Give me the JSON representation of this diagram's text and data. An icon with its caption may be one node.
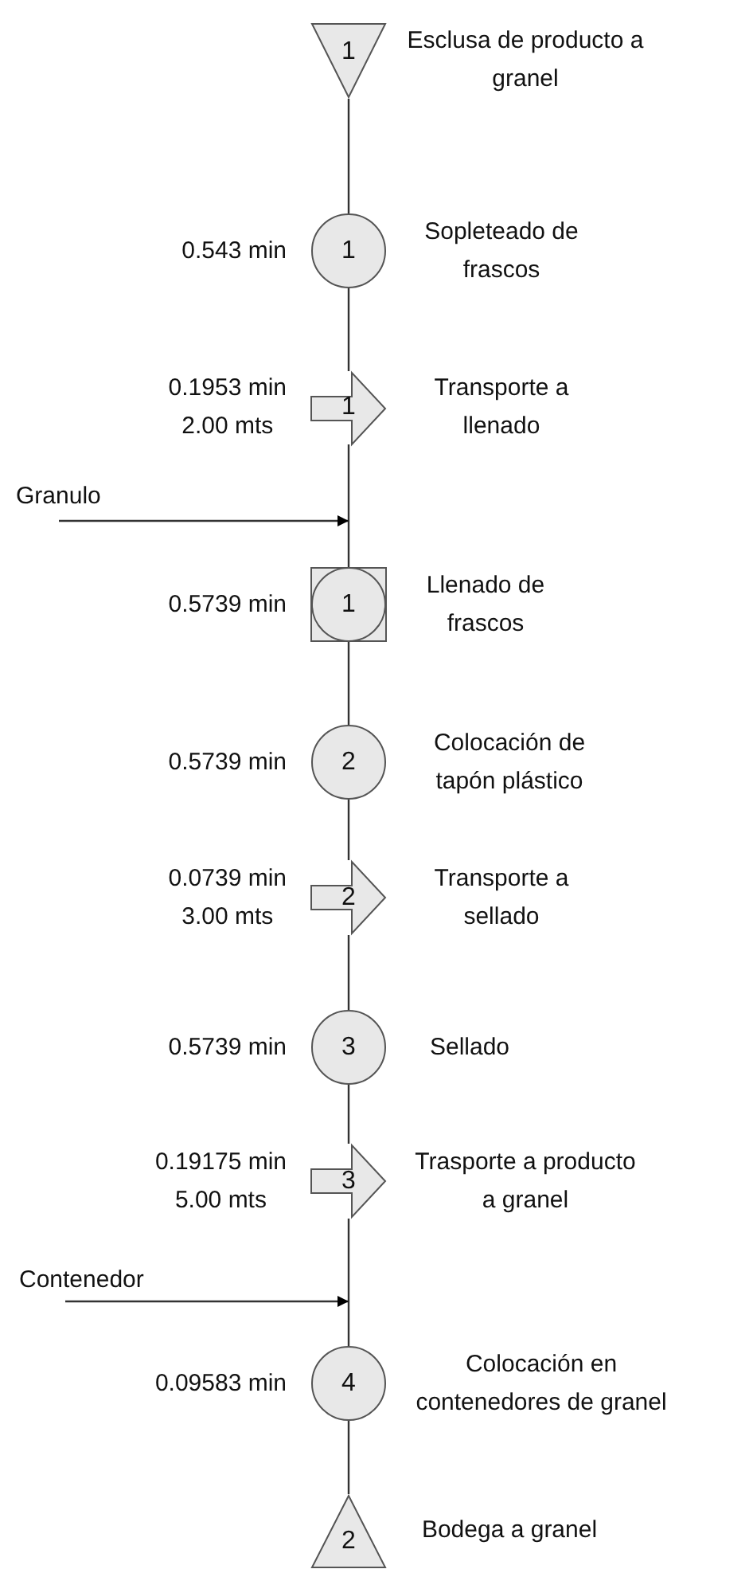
{
  "diagram": {
    "nodes": [
      {
        "text": [
          "1"
        ],
        "beside": [
          "Esclusa de producto a granel"
        ]
      },
      {
        "text": [
          "1"
        ],
        "beside": [
          "Sopleteado de frascos",
          "0.543 min"
        ]
      },
      {
        "text": [
          "1"
        ],
        "beside": [
          "Transporte a llenado",
          "0.1953 min",
          "2.00 mts"
        ]
      },
      {
        "text": [
          "Granulo"
        ]
      },
      {
        "text": [
          "1"
        ],
        "beside": [
          "Llenado de frascos",
          "0.5739 min"
        ]
      },
      {
        "text": [
          "2"
        ],
        "beside": [
          "Colocación de tapón plástico",
          "0.5739 min"
        ]
      },
      {
        "text": [
          "2"
        ],
        "beside": [
          "Transporte a sellado",
          "0.0739 min",
          "3.00 mts"
        ]
      },
      {
        "text": [
          "3"
        ],
        "beside": [
          "Sellado",
          "0.5739 min"
        ]
      },
      {
        "text": [
          "3"
        ],
        "beside": [
          "Trasporte a producto a granel",
          "0.19175 min",
          "5.00 mts"
        ]
      },
      {
        "text": [
          "Contenedor"
        ]
      },
      {
        "text": [
          "4"
        ],
        "beside": [
          "Colocación en contenedores de granel",
          "0.09583 min"
        ]
      },
      {
        "text": [
          "2"
        ],
        "beside": [
          "Bodega a granel"
        ]
      }
    ],
    "edges": [
      {
        "from": 0,
        "to": 1,
        "arrow": "none"
      },
      {
        "from": 1,
        "to": 2,
        "arrow": "none"
      },
      {
        "from": 2,
        "to": 4,
        "arrow": "none"
      },
      {
        "from": 3,
        "to": null,
        "arrow": "to"
      },
      {
        "from": 4,
        "to": 5,
        "arrow": "none"
      },
      {
        "from": 5,
        "to": 6,
        "arrow": "none"
      },
      {
        "from": 6,
        "to": 7,
        "arrow": "none"
      },
      {
        "from": 7,
        "to": 8,
        "arrow": "none"
      },
      {
        "from": 8,
        "to": 10,
        "arrow": "none"
      },
      {
        "from": 9,
        "to": null,
        "arrow": "to"
      },
      {
        "from": 10,
        "to": 11,
        "arrow": "none"
      }
    ]
  }
}
